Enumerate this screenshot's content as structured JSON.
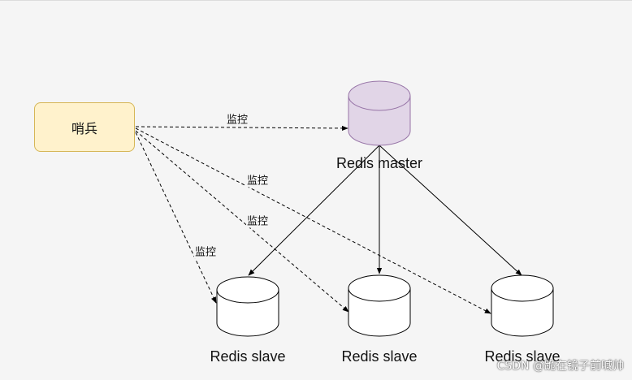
{
  "nodes": {
    "sentinel": {
      "label": "哨兵"
    },
    "master": {
      "label": "Redis master"
    },
    "slave_left": {
      "label": "Redis slave"
    },
    "slave_middle": {
      "label": "Redis slave"
    },
    "slave_right": {
      "label": "Redis slave"
    }
  },
  "edges": {
    "monitor_master": {
      "label": "监控"
    },
    "monitor_slave_right": {
      "label": "监控"
    },
    "monitor_slave_middle": {
      "label": "监控"
    },
    "monitor_slave_left": {
      "label": "监控"
    }
  },
  "colors": {
    "background": "#f5f5f5",
    "sentinel_fill": "#fff2cc",
    "sentinel_stroke": "#d6b656",
    "master_fill": "#e1d5e7",
    "master_stroke": "#9673a6",
    "slave_fill": "#ffffff",
    "slave_stroke": "#000000"
  },
  "watermark": {
    "text": "CSDN @跪在镜子前喊帅"
  }
}
